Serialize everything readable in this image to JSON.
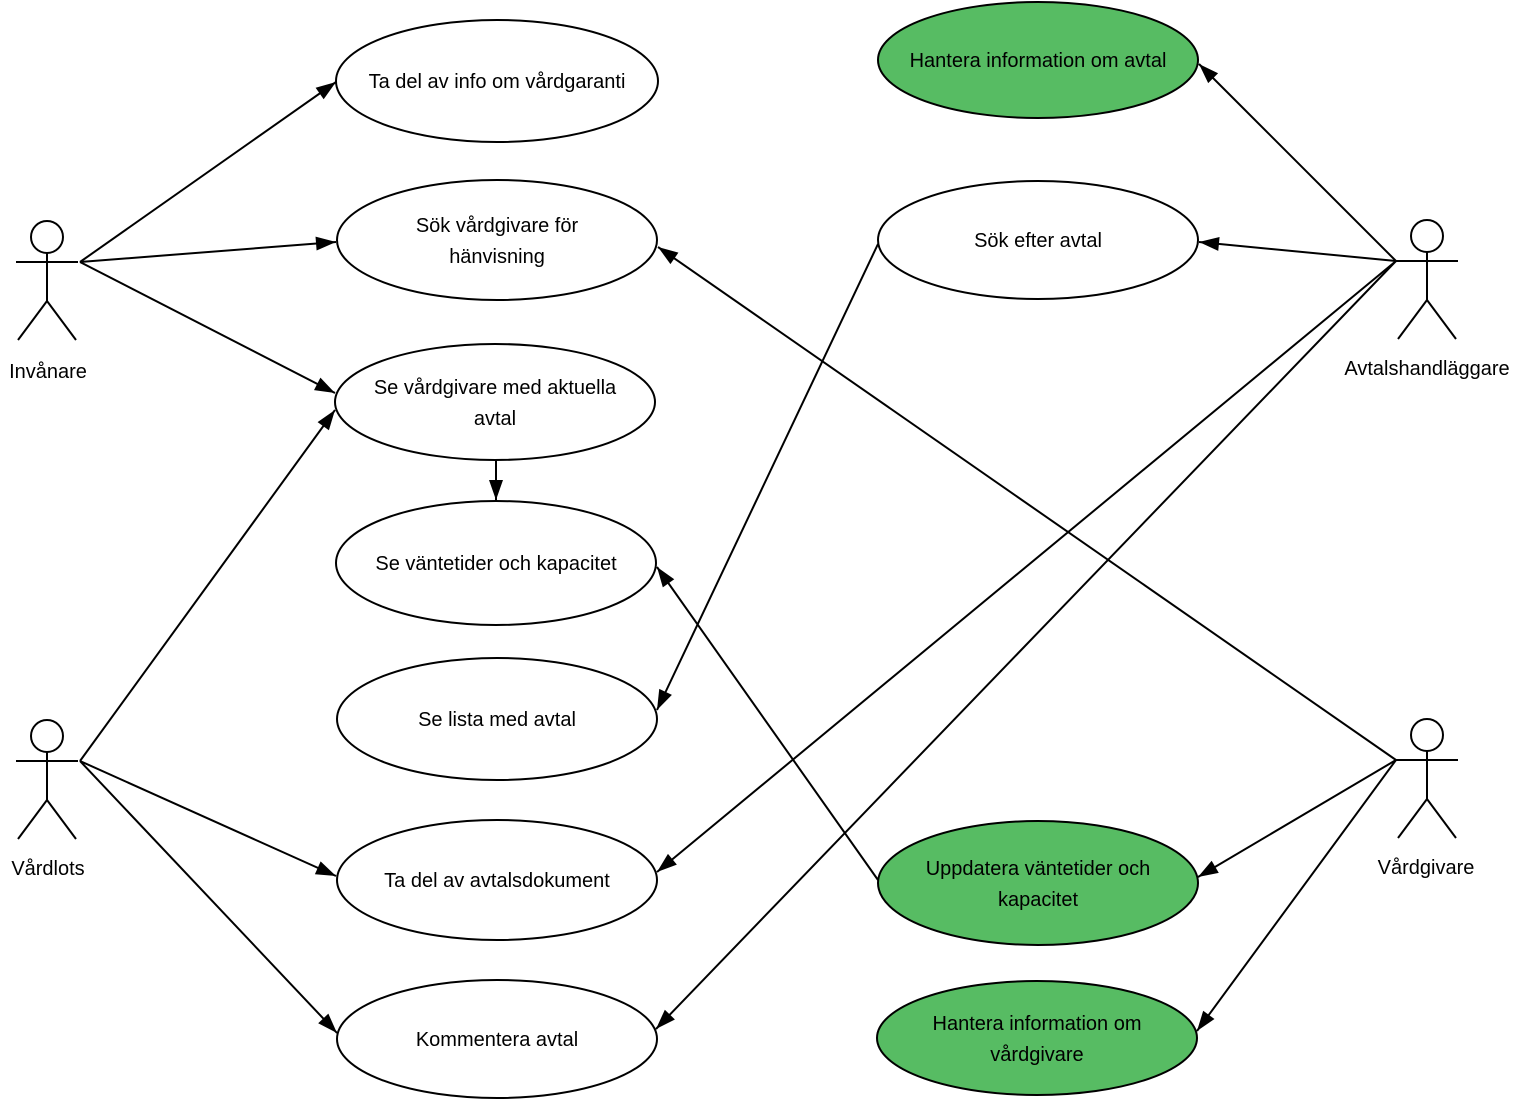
{
  "colors": {
    "background": "#ffffff",
    "stroke": "#000000",
    "text": "#000000",
    "shape_fill": "#ffffff",
    "green_fill": "#57BC63"
  },
  "actors": [
    {
      "label": "Invånare"
    },
    {
      "label": "Vårdlots"
    },
    {
      "label": "Avtalshandläggare"
    },
    {
      "label": "Vårdgivare"
    }
  ],
  "use_cases": [
    {
      "lines": [
        "Ta del av info om vårdgaranti"
      ],
      "highlighted": false
    },
    {
      "lines": [
        "Sök vårdgivare för",
        "hänvisning"
      ],
      "highlighted": false
    },
    {
      "lines": [
        "Se vårdgivare med aktuella",
        "avtal"
      ],
      "highlighted": false
    },
    {
      "lines": [
        "Se väntetider och kapacitet"
      ],
      "highlighted": false
    },
    {
      "lines": [
        "Se lista med avtal"
      ],
      "highlighted": false
    },
    {
      "lines": [
        "Ta del av avtalsdokument"
      ],
      "highlighted": false
    },
    {
      "lines": [
        "Kommentera avtal"
      ],
      "highlighted": false
    },
    {
      "lines": [
        "Hantera information om avtal"
      ],
      "highlighted": true
    },
    {
      "lines": [
        "Sök efter avtal"
      ],
      "highlighted": false
    },
    {
      "lines": [
        "Uppdatera väntetider och",
        "kapacitet"
      ],
      "highlighted": true
    },
    {
      "lines": [
        "Hantera information om",
        "vårdgivare"
      ],
      "highlighted": true
    }
  ],
  "relations": [
    {
      "from": "Invånare",
      "to": "Ta del av info om vårdgaranti"
    },
    {
      "from": "Invånare",
      "to": "Sök vårdgivare för hänvisning"
    },
    {
      "from": "Invånare",
      "to": "Se vårdgivare med aktuella avtal"
    },
    {
      "from": "Vårdlots",
      "to": "Se vårdgivare med aktuella avtal"
    },
    {
      "from": "Vårdlots",
      "to": "Ta del av avtalsdokument"
    },
    {
      "from": "Vårdlots",
      "to": "Kommentera avtal"
    },
    {
      "from": "Avtalshandläggare",
      "to": "Hantera information om avtal"
    },
    {
      "from": "Avtalshandläggare",
      "to": "Sök efter avtal"
    },
    {
      "from": "Avtalshandläggare",
      "to": "Ta del av avtalsdokument"
    },
    {
      "from": "Avtalshandläggare",
      "to": "Kommentera avtal"
    },
    {
      "from": "Vårdgivare",
      "to": "Sök vårdgivare för hänvisning"
    },
    {
      "from": "Vårdgivare",
      "to": "Uppdatera väntetider och kapacitet"
    },
    {
      "from": "Vårdgivare",
      "to": "Hantera information om vårdgivare"
    },
    {
      "from": "Se vårdgivare med aktuella avtal",
      "to": "Se väntetider och kapacitet"
    },
    {
      "from": "Sök efter avtal",
      "to": "Se lista med avtal"
    },
    {
      "from": "Uppdatera väntetider och kapacitet",
      "to": "Se väntetider och kapacitet"
    }
  ]
}
